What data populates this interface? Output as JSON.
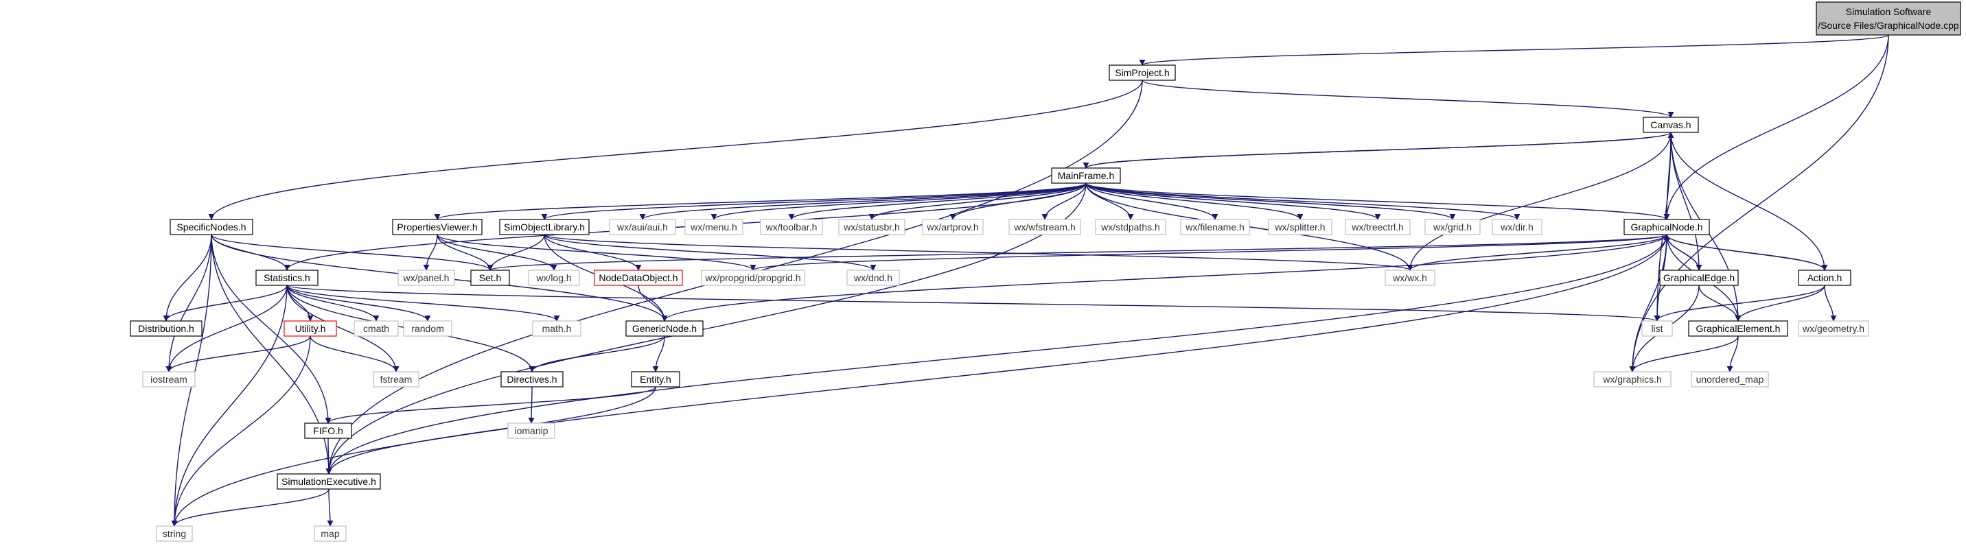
{
  "graph": {
    "root": {
      "id": "root",
      "line1": "Simulation Software",
      "line2": "/Source Files/GraphicalNode.cpp"
    },
    "nodes": [
      {
        "id": "simproject",
        "label": "SimProject.h",
        "kind": "local"
      },
      {
        "id": "canvas",
        "label": "Canvas.h",
        "kind": "local"
      },
      {
        "id": "mainframe",
        "label": "MainFrame.h",
        "kind": "local"
      },
      {
        "id": "specificnodes",
        "label": "SpecificNodes.h",
        "kind": "local"
      },
      {
        "id": "propertiesviewer",
        "label": "PropertiesViewer.h",
        "kind": "local"
      },
      {
        "id": "simobjectlibrary",
        "label": "SimObjectLibrary.h",
        "kind": "local"
      },
      {
        "id": "wxaui",
        "label": "wx/aui/aui.h",
        "kind": "system"
      },
      {
        "id": "wxmenu",
        "label": "wx/menu.h",
        "kind": "system"
      },
      {
        "id": "wxtoolbar",
        "label": "wx/toolbar.h",
        "kind": "system"
      },
      {
        "id": "wxstatusbr",
        "label": "wx/statusbr.h",
        "kind": "system"
      },
      {
        "id": "wxartprov",
        "label": "wx/artprov.h",
        "kind": "system"
      },
      {
        "id": "wxwfstream",
        "label": "wx/wfstream.h",
        "kind": "system"
      },
      {
        "id": "wxstdpaths",
        "label": "wx/stdpaths.h",
        "kind": "system"
      },
      {
        "id": "wxfilename",
        "label": "wx/filename.h",
        "kind": "system"
      },
      {
        "id": "wxsplitter",
        "label": "wx/splitter.h",
        "kind": "system"
      },
      {
        "id": "wxtreectrl",
        "label": "wx/treectrl.h",
        "kind": "system"
      },
      {
        "id": "wxgrid",
        "label": "wx/grid.h",
        "kind": "system"
      },
      {
        "id": "wxdir",
        "label": "wx/dir.h",
        "kind": "system"
      },
      {
        "id": "graphicalnode",
        "label": "GraphicalNode.h",
        "kind": "local"
      },
      {
        "id": "statistics",
        "label": "Statistics.h",
        "kind": "local"
      },
      {
        "id": "wxpanel",
        "label": "wx/panel.h",
        "kind": "system"
      },
      {
        "id": "seth",
        "label": "Set.h",
        "kind": "local"
      },
      {
        "id": "wxlog",
        "label": "wx/log.h",
        "kind": "system"
      },
      {
        "id": "nodedataobject",
        "label": "NodeDataObject.h",
        "kind": "missing"
      },
      {
        "id": "wxpropgrid",
        "label": "wx/propgrid/propgrid.h",
        "kind": "system"
      },
      {
        "id": "wxdnd",
        "label": "wx/dnd.h",
        "kind": "system"
      },
      {
        "id": "wxwx",
        "label": "wx/wx.h",
        "kind": "system"
      },
      {
        "id": "graphicaledge",
        "label": "GraphicalEdge.h",
        "kind": "local"
      },
      {
        "id": "action",
        "label": "Action.h",
        "kind": "local"
      },
      {
        "id": "distribution",
        "label": "Distribution.h",
        "kind": "local"
      },
      {
        "id": "utility",
        "label": "Utility.h",
        "kind": "missing"
      },
      {
        "id": "cmath",
        "label": "cmath",
        "kind": "system"
      },
      {
        "id": "random",
        "label": "random",
        "kind": "system"
      },
      {
        "id": "mathh",
        "label": "math.h",
        "kind": "system"
      },
      {
        "id": "genericnode",
        "label": "GenericNode.h",
        "kind": "local"
      },
      {
        "id": "list",
        "label": "list",
        "kind": "system"
      },
      {
        "id": "graphicalelement",
        "label": "GraphicalElement.h",
        "kind": "local"
      },
      {
        "id": "wxgeometry",
        "label": "wx/geometry.h",
        "kind": "system"
      },
      {
        "id": "iostream",
        "label": "iostream",
        "kind": "system"
      },
      {
        "id": "fstream",
        "label": "fstream",
        "kind": "system"
      },
      {
        "id": "directives",
        "label": "Directives.h",
        "kind": "local"
      },
      {
        "id": "entity",
        "label": "Entity.h",
        "kind": "local"
      },
      {
        "id": "wxgraphics",
        "label": "wx/graphics.h",
        "kind": "system"
      },
      {
        "id": "unorderedmap",
        "label": "unordered_map",
        "kind": "system"
      },
      {
        "id": "iomanip",
        "label": "iomanip",
        "kind": "system"
      },
      {
        "id": "fifo",
        "label": "FIFO.h",
        "kind": "local"
      },
      {
        "id": "simexec",
        "label": "SimulationExecutive.h",
        "kind": "local"
      },
      {
        "id": "stringh",
        "label": "string",
        "kind": "system"
      },
      {
        "id": "maph",
        "label": "map",
        "kind": "system"
      }
    ],
    "edges": [
      [
        "root",
        "simproject"
      ],
      [
        "root",
        "graphicalnode"
      ],
      [
        "root",
        "wxgraphics"
      ],
      [
        "simproject",
        "canvas"
      ],
      [
        "simproject",
        "specificnodes"
      ],
      [
        "simproject",
        "simexec"
      ],
      [
        "canvas",
        "mainframe"
      ],
      [
        "canvas",
        "graphicalnode"
      ],
      [
        "canvas",
        "graphicaledge"
      ],
      [
        "canvas",
        "action"
      ],
      [
        "canvas",
        "list"
      ],
      [
        "canvas",
        "graphicalelement"
      ],
      [
        "canvas",
        "wxwx"
      ],
      [
        "mainframe",
        "canvas"
      ],
      [
        "mainframe",
        "propertiesviewer"
      ],
      [
        "mainframe",
        "simobjectlibrary"
      ],
      [
        "mainframe",
        "wxaui"
      ],
      [
        "mainframe",
        "wxmenu"
      ],
      [
        "mainframe",
        "wxtoolbar"
      ],
      [
        "mainframe",
        "wxstatusbr"
      ],
      [
        "mainframe",
        "wxartprov"
      ],
      [
        "mainframe",
        "wxwfstream"
      ],
      [
        "mainframe",
        "wxstdpaths"
      ],
      [
        "mainframe",
        "wxfilename"
      ],
      [
        "mainframe",
        "wxsplitter"
      ],
      [
        "mainframe",
        "wxtreectrl"
      ],
      [
        "mainframe",
        "wxgrid"
      ],
      [
        "mainframe",
        "wxdir"
      ],
      [
        "mainframe",
        "graphicalnode"
      ],
      [
        "mainframe",
        "statistics"
      ],
      [
        "mainframe",
        "wxwx"
      ],
      [
        "mainframe",
        "simexec"
      ],
      [
        "specificnodes",
        "statistics"
      ],
      [
        "specificnodes",
        "distribution"
      ],
      [
        "specificnodes",
        "seth"
      ],
      [
        "specificnodes",
        "genericnode"
      ],
      [
        "specificnodes",
        "iostream"
      ],
      [
        "specificnodes",
        "fifo"
      ],
      [
        "specificnodes",
        "simexec"
      ],
      [
        "specificnodes",
        "stringh"
      ],
      [
        "propertiesviewer",
        "wxpanel"
      ],
      [
        "propertiesviewer",
        "seth"
      ],
      [
        "propertiesviewer",
        "wxlog"
      ],
      [
        "propertiesviewer",
        "wxpropgrid"
      ],
      [
        "simobjectlibrary",
        "seth"
      ],
      [
        "simobjectlibrary",
        "nodedataobject"
      ],
      [
        "simobjectlibrary",
        "wxdnd"
      ],
      [
        "simobjectlibrary",
        "genericnode"
      ],
      [
        "simobjectlibrary",
        "wxwx"
      ],
      [
        "graphicalnode",
        "seth"
      ],
      [
        "graphicalnode",
        "wxwx"
      ],
      [
        "graphicalnode",
        "graphicaledge"
      ],
      [
        "graphicalnode",
        "action"
      ],
      [
        "graphicalnode",
        "list"
      ],
      [
        "graphicalnode",
        "graphicalelement"
      ],
      [
        "graphicalnode",
        "wxgraphics"
      ],
      [
        "graphicalnode",
        "genericnode"
      ],
      [
        "graphicalnode",
        "simexec"
      ],
      [
        "graphicalnode",
        "stringh"
      ],
      [
        "graphicalnode",
        "wxpropgrid"
      ],
      [
        "graphicaledge",
        "graphicalnode"
      ],
      [
        "graphicaledge",
        "graphicalelement"
      ],
      [
        "graphicaledge",
        "wxgraphics"
      ],
      [
        "action",
        "graphicalnode"
      ],
      [
        "action",
        "list"
      ],
      [
        "action",
        "graphicalelement"
      ],
      [
        "action",
        "wxgeometry"
      ],
      [
        "graphicalelement",
        "wxgraphics"
      ],
      [
        "graphicalelement",
        "unorderedmap"
      ],
      [
        "statistics",
        "distribution"
      ],
      [
        "statistics",
        "utility"
      ],
      [
        "statistics",
        "cmath"
      ],
      [
        "statistics",
        "random"
      ],
      [
        "statistics",
        "mathh"
      ],
      [
        "statistics",
        "list"
      ],
      [
        "statistics",
        "iostream"
      ],
      [
        "statistics",
        "fstream"
      ],
      [
        "statistics",
        "directives"
      ],
      [
        "statistics",
        "stringh"
      ],
      [
        "utility",
        "iostream"
      ],
      [
        "utility",
        "fstream"
      ],
      [
        "utility",
        "stringh"
      ],
      [
        "nodedataobject",
        "genericnode"
      ],
      [
        "genericnode",
        "directives"
      ],
      [
        "genericnode",
        "entity"
      ],
      [
        "directives",
        "iomanip"
      ],
      [
        "entity",
        "fifo"
      ],
      [
        "entity",
        "simexec"
      ],
      [
        "fifo",
        "simexec"
      ],
      [
        "simexec",
        "stringh"
      ],
      [
        "simexec",
        "maph"
      ]
    ]
  },
  "colors": {
    "edge": "#191970",
    "local_border": "#000000",
    "system_border": "#bfbfbf",
    "missing_border": "#ff0000",
    "root_fill": "#bfbfbf",
    "text": "#000000"
  }
}
